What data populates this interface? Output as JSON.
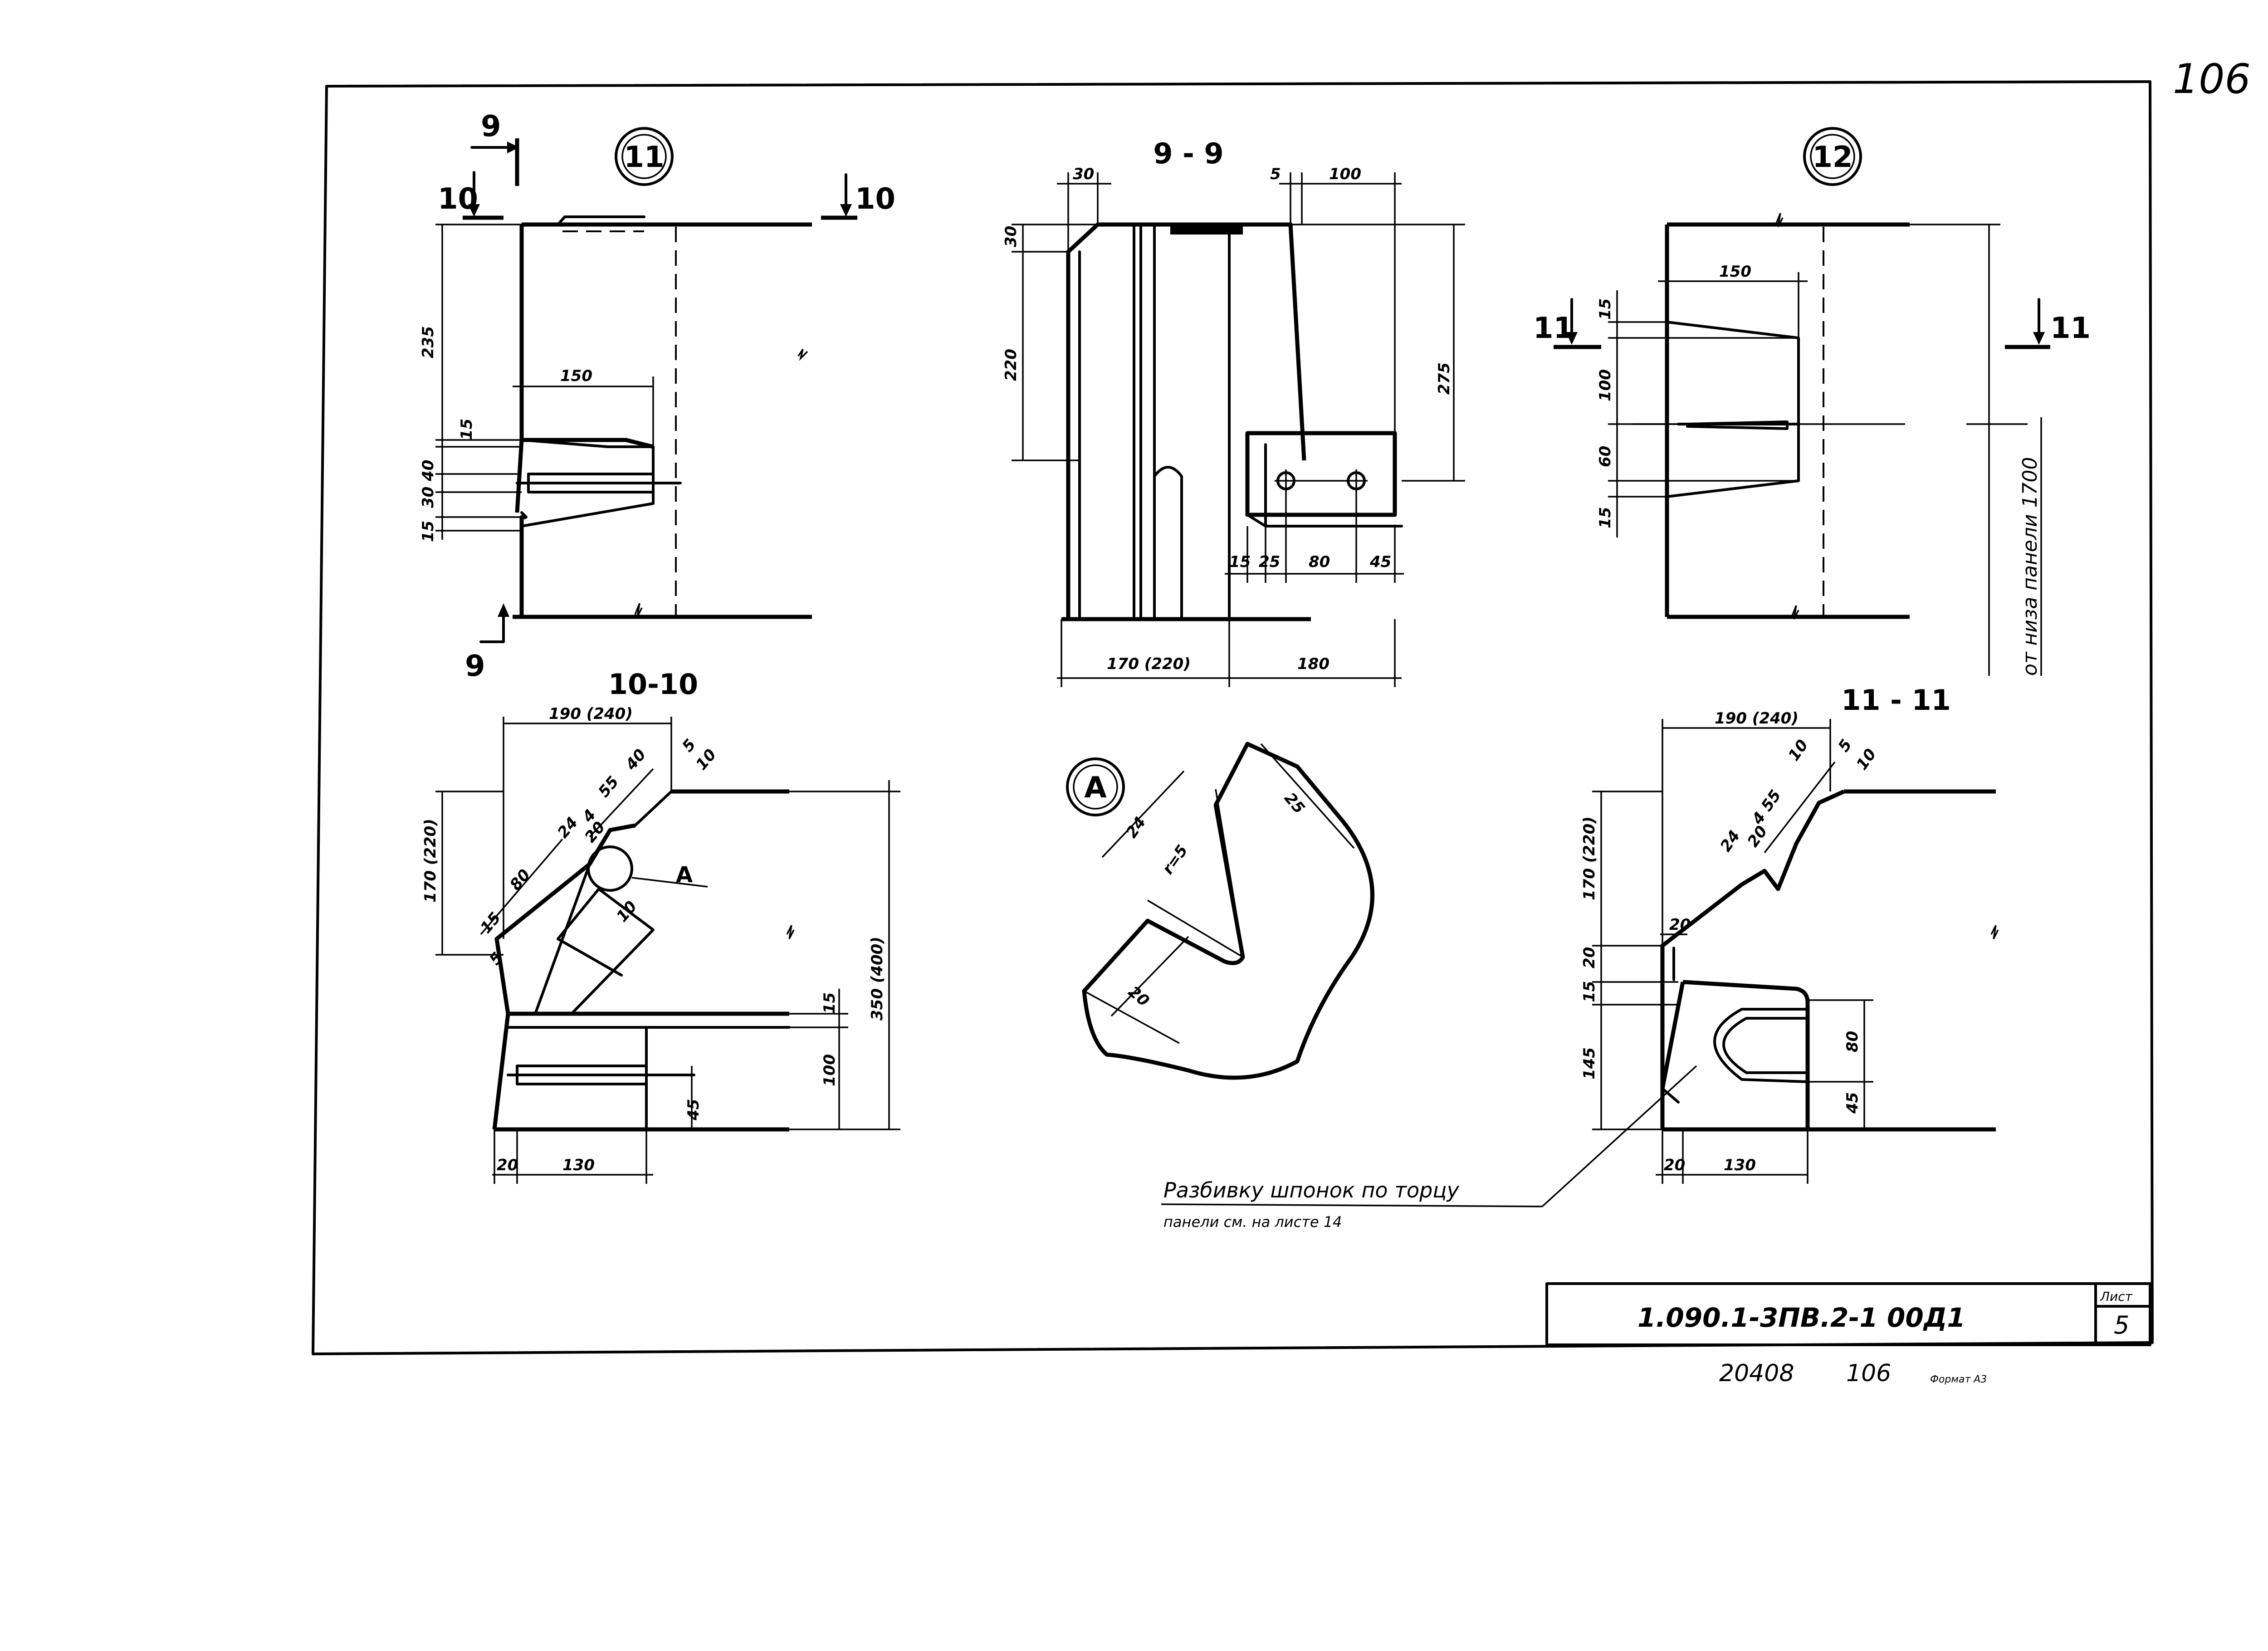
{
  "page_number": "106",
  "views": {
    "node_11": "11",
    "node_12": "12",
    "section_9_9": "9 - 9",
    "section_10_10": "10-10",
    "section_11_11": "11 - 11",
    "node_a": "А",
    "callout_a": "А"
  },
  "cut_marks": {
    "m9": "9",
    "m10": "10",
    "m11": "11"
  },
  "dims": {
    "d235": "235",
    "d150": "150",
    "d15": "15",
    "d30_40": "30 40",
    "d30": "30",
    "d220": "220",
    "d5": "5",
    "d100": "100",
    "d275": "275",
    "d25": "25",
    "d80": "80",
    "d45": "45",
    "d170_220": "170 (220)",
    "d180": "180",
    "d60": "60",
    "d190_240": "190 (240)",
    "d55": "55",
    "d40": "40",
    "d10": "10",
    "d4": "4",
    "d24": "24",
    "d20": "20",
    "d350_400": "350 (400)",
    "d130": "130",
    "d145": "145",
    "r5": "r=5",
    "d4_55": "4 55"
  },
  "side_note": "от низа панели 1700",
  "note": {
    "line1": "Разбивку шпонок по торцу",
    "line2": "панели см. на листе 14"
  },
  "title_block": {
    "designation": "1.090.1-3ПВ.2-1  00Д1",
    "sheet_label": "Лист",
    "sheet_number": "5"
  },
  "footer": {
    "inventory": "20408",
    "copy": "106",
    "format": "Формат А3"
  }
}
